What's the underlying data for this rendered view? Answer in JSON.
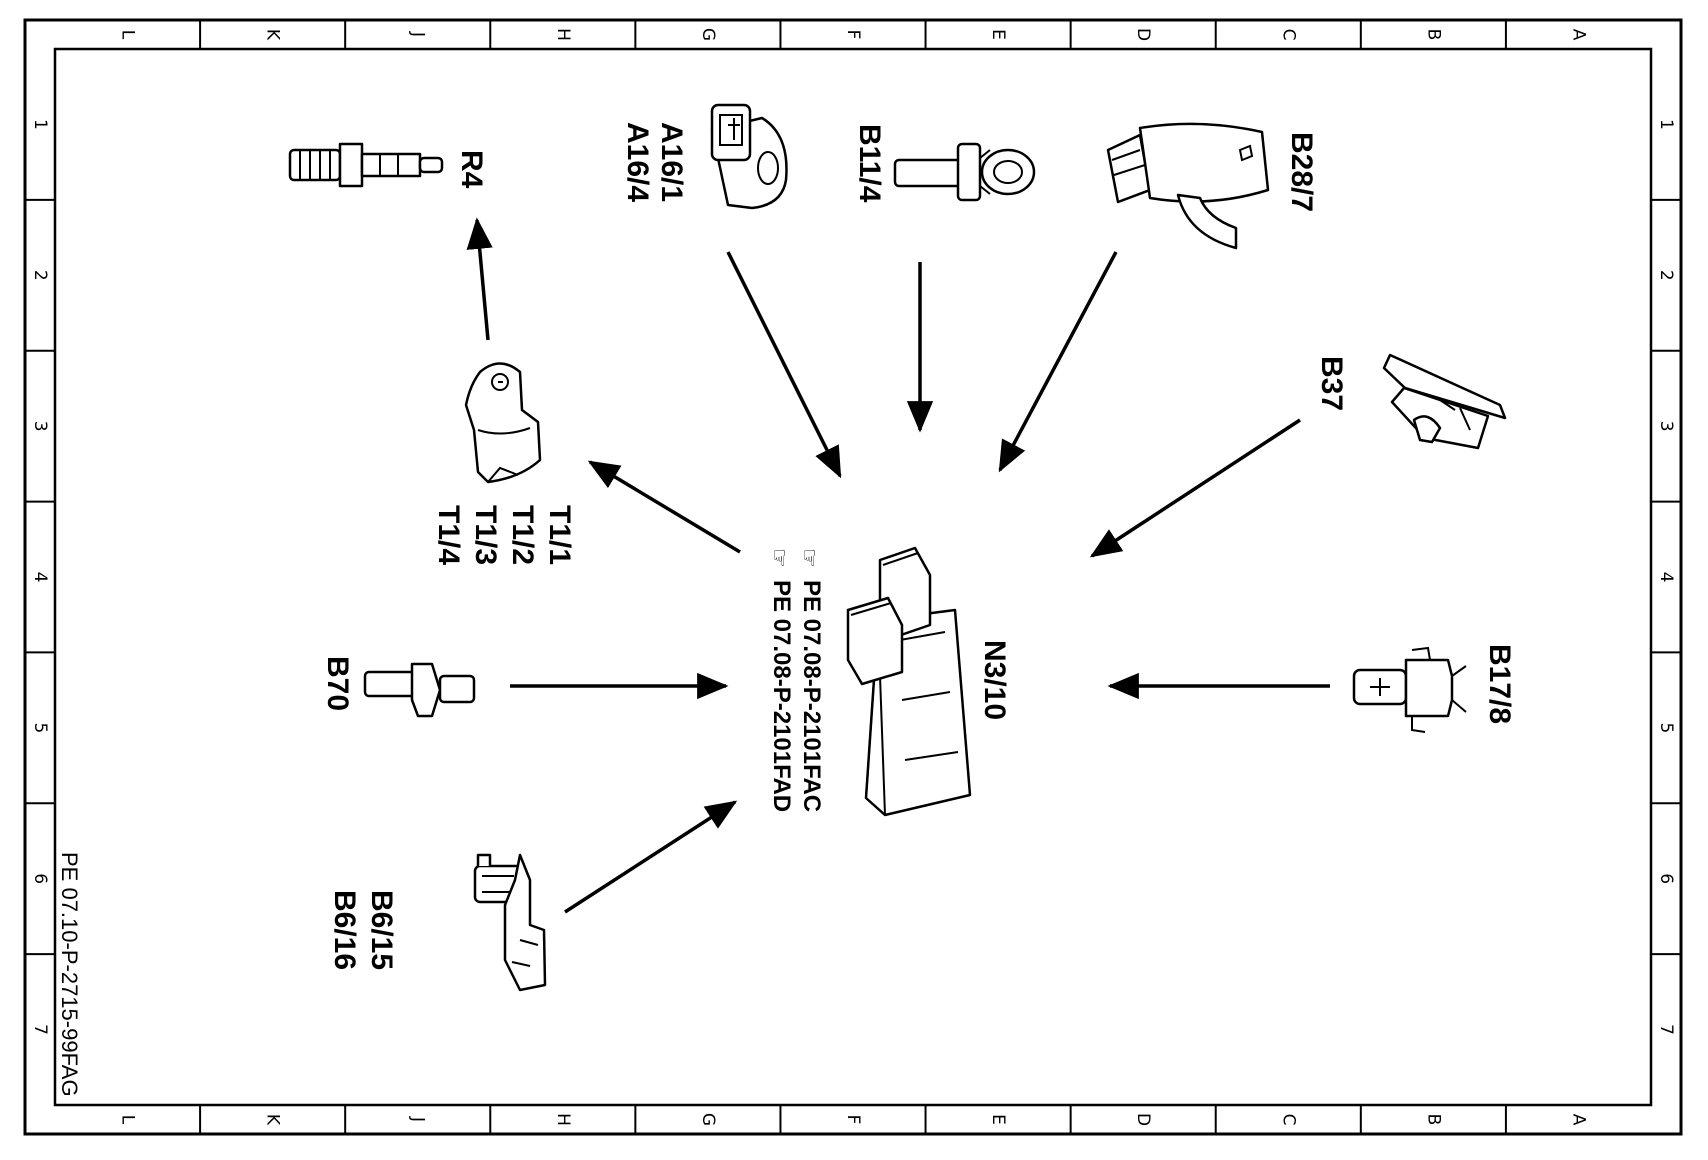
{
  "sheet": {
    "border_top_letters": [
      "L",
      "K",
      "J",
      "H",
      "G",
      "F",
      "E",
      "D",
      "C",
      "B",
      "A"
    ],
    "border_bottom_letters": [
      "L",
      "K",
      "J",
      "H",
      "G",
      "F",
      "E",
      "D",
      "C",
      "B",
      "A"
    ],
    "border_left_numbers": [
      "1",
      "2",
      "3",
      "4",
      "5",
      "6",
      "7"
    ],
    "border_right_numbers": [
      "1",
      "2",
      "3",
      "4",
      "5",
      "6",
      "7"
    ],
    "document_number": "PE 07.10-P-2715-99FAG"
  },
  "central_unit": {
    "label": "N3/10",
    "refs": [
      "PE  07.08-P-2101FAC",
      "PE  07.08-P-2101FAD"
    ],
    "ref_icon": "pointing-hand-icon"
  },
  "components": {
    "r4": {
      "lines": [
        "R4"
      ],
      "icon": "spark-plug-icon"
    },
    "a16": {
      "lines": [
        "A16/1",
        "A16/4"
      ],
      "icon": "knock-sensor-icon"
    },
    "b11_4": {
      "lines": [
        "B11/4"
      ],
      "icon": "coolant-temp-sensor-icon"
    },
    "b28_7": {
      "lines": [
        "B28/7"
      ],
      "icon": "pressure-sensor-icon"
    },
    "b37": {
      "lines": [
        "B37"
      ],
      "icon": "accelerator-pedal-sensor-icon"
    },
    "t1": {
      "lines": [
        "T1/1",
        "T1/2",
        "T1/3",
        "T1/4"
      ],
      "icon": "ignition-coil-icon"
    },
    "b70": {
      "lines": [
        "B70"
      ],
      "icon": "crankshaft-sensor-icon"
    },
    "b17_8": {
      "lines": [
        "B17/8"
      ],
      "icon": "intake-air-temp-sensor-icon"
    },
    "b6": {
      "lines": [
        "B6/15",
        "B6/16"
      ],
      "icon": "camshaft-sensor-icon"
    }
  }
}
